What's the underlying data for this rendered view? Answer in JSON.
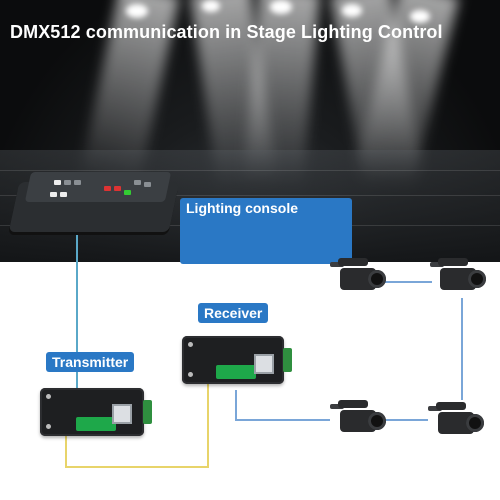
{
  "title": "DMX512 communication in Stage Lighting Control",
  "labels": {
    "console": "Lighting console",
    "receiver": "Receiver",
    "transmitter": "Transmitter"
  },
  "colors": {
    "label_bg": "#2a78c5",
    "fiber_line": "#e8d46a",
    "cable_line": "#7aa6d8",
    "console_line": "#5aa8c8",
    "terminal_green": "#1ea84a"
  }
}
